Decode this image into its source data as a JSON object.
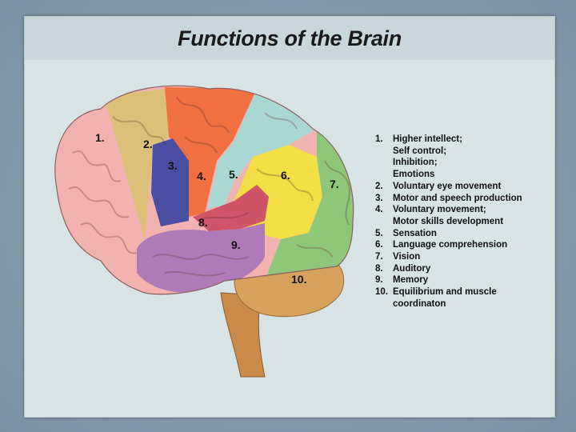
{
  "title": "Functions of the Brain",
  "region_labels": {
    "r1": "1.",
    "r2": "2.",
    "r3": "3.",
    "r4": "4.",
    "r5": "5.",
    "r6": "6.",
    "r7": "7.",
    "r8": "8.",
    "r9": "9.",
    "r10": "10."
  },
  "legend": [
    {
      "num": "1.",
      "lines": [
        "Higher intellect;",
        "Self control;",
        "Inhibition;",
        "Emotions"
      ]
    },
    {
      "num": "2.",
      "lines": [
        "Voluntary eye movement"
      ]
    },
    {
      "num": "3.",
      "lines": [
        "Motor and speech production"
      ]
    },
    {
      "num": "4.",
      "lines": [
        "Voluntary movement;",
        "Motor skills development"
      ]
    },
    {
      "num": "5.",
      "lines": [
        "Sensation"
      ]
    },
    {
      "num": "6.",
      "lines": [
        "Language comprehension"
      ]
    },
    {
      "num": "7.",
      "lines": [
        "Vision"
      ]
    },
    {
      "num": "8.",
      "lines": [
        "Auditory"
      ]
    },
    {
      "num": "9.",
      "lines": [
        "Memory"
      ]
    },
    {
      "num": "10.",
      "lines": [
        "Equilibrium and muscle",
        "coordinaton"
      ]
    }
  ],
  "colors": {
    "region1": "#f2b3b0",
    "region2": "#dcbf78",
    "region3": "#4a4ea2",
    "region4": "#f07042",
    "region5": "#a9d8d4",
    "region6": "#f2df45",
    "region7": "#8ec77a",
    "region8": "#d05468",
    "region9": "#b07ab8",
    "region10": "#d6a25e",
    "stem": "#c98a4a"
  }
}
